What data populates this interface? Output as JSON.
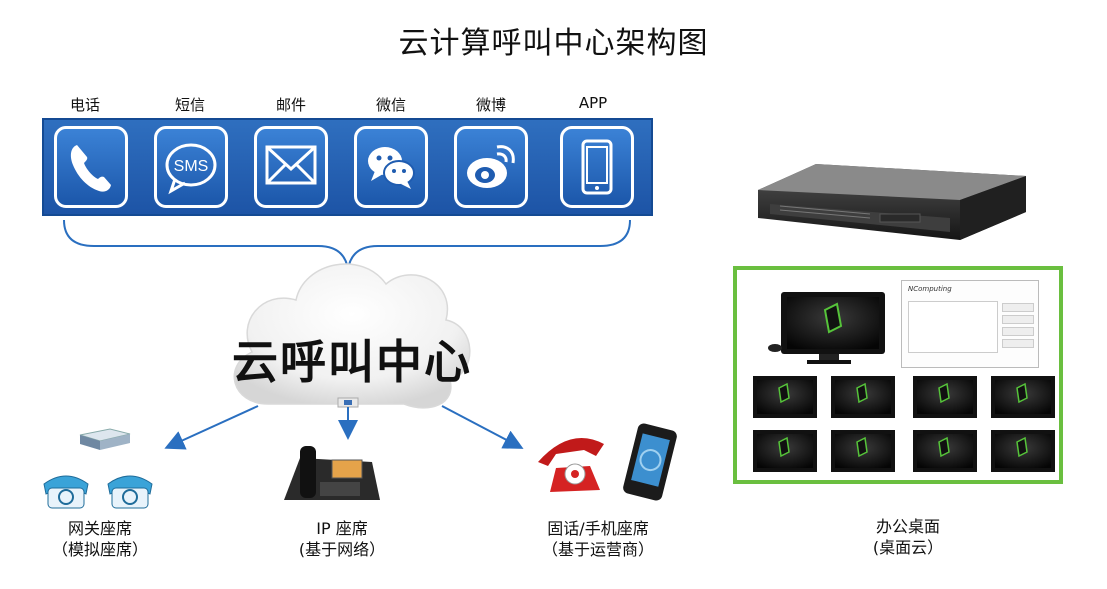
{
  "title": "云计算呼叫中心架构图",
  "channels": [
    {
      "label": "电话",
      "icon": "phone-icon"
    },
    {
      "label": "短信",
      "icon": "sms-icon"
    },
    {
      "label": "邮件",
      "icon": "mail-icon"
    },
    {
      "label": "微信",
      "icon": "wechat-icon"
    },
    {
      "label": "微博",
      "icon": "weibo-icon"
    },
    {
      "label": "APP",
      "icon": "smartphone-icon"
    }
  ],
  "sms_icon_text": "SMS",
  "cloud": {
    "label": "云呼叫中心"
  },
  "endpoints": [
    {
      "line1": "网关座席",
      "line2": "（模拟座席）"
    },
    {
      "line1": "IP 座席",
      "line2": "(基于网络）"
    },
    {
      "line1": "固话/手机座席",
      "line2": "（基于运营商）"
    }
  ],
  "desktop": {
    "line1": "办公桌面",
    "line2": "(桌面云）",
    "brand": "NComputing"
  },
  "colors": {
    "channel_blue": "#1d54a6",
    "arrow_blue": "#2a6fc0",
    "frame_green": "#6abf3f"
  }
}
